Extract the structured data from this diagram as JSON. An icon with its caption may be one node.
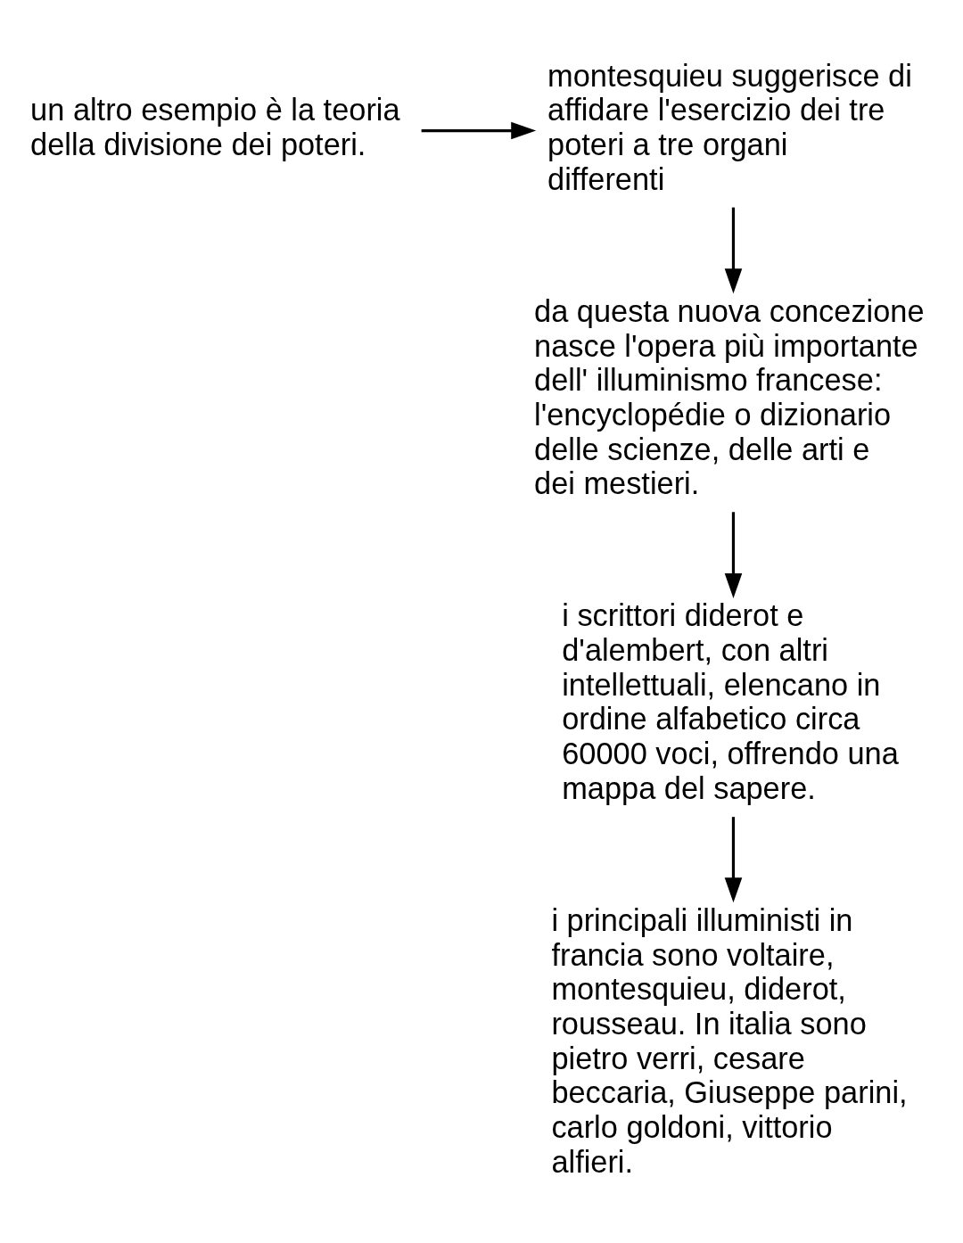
{
  "diagram": {
    "nodes": [
      {
        "text": [
          "un altro esempio è la teoria della divisione dei poteri."
        ]
      },
      {
        "text": [
          "montesquieu suggerisce di affidare l'esercizio dei tre poteri a tre organi differenti"
        ]
      },
      {
        "text": [
          "da questa nuova concezione nasce l'opera più importante dell' illuminismo francese: l'encyclopédie o dizionario delle scienze, delle arti e dei mestieri."
        ]
      },
      {
        "text": [
          "i scrittori diderot e d'alembert, con altri intellettuali, elencano in ordine alfabetico circa 60000 voci, offrendo una mappa del sapere."
        ]
      },
      {
        "text": [
          "i principali illuministi in francia sono voltaire, montesquieu, diderot, rousseau. In italia sono pietro verri, cesare beccaria, Giuseppe parini, carlo goldoni, vittorio alfieri."
        ]
      }
    ],
    "edges": [
      {
        "from": 0,
        "to": 1,
        "arrow": "to"
      },
      {
        "from": 1,
        "to": 2,
        "arrow": "to"
      },
      {
        "from": 2,
        "to": 3,
        "arrow": "to"
      },
      {
        "from": 3,
        "to": 4,
        "arrow": "to"
      }
    ]
  }
}
